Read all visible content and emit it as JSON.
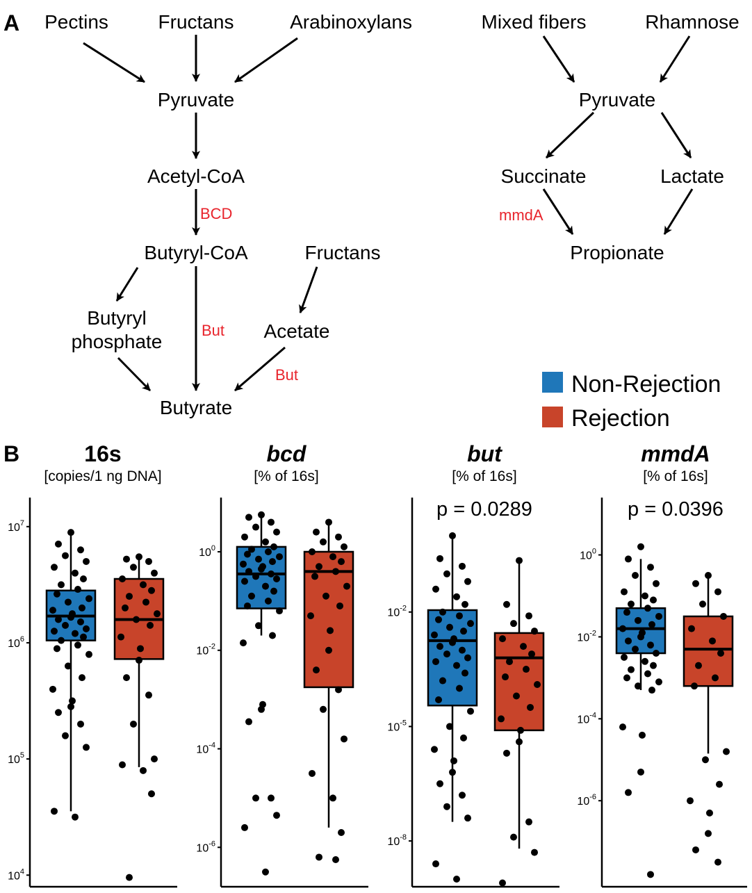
{
  "panel_a": {
    "label": "A",
    "left_pathway": {
      "pectins": "Pectins",
      "fructans_top": "Fructans",
      "arabinoxylans": "Arabinoxylans",
      "pyruvate": "Pyruvate",
      "acetyl_coa": "Acetyl-CoA",
      "bcd_enzyme": "BCD",
      "butyryl_coa": "Butyryl-CoA",
      "fructans_right": "Fructans",
      "butyryl_phosphate_1": "Butyryl",
      "butyryl_phosphate_2": "phosphate",
      "but_enzyme_1": "But",
      "acetate": "Acetate",
      "but_enzyme_2": "But",
      "butyrate": "Butyrate"
    },
    "right_pathway": {
      "mixed_fibers": "Mixed fibers",
      "rhamnose": "Rhamnose",
      "pyruvate": "Pyruvate",
      "succinate": "Succinate",
      "lactate": "Lactate",
      "mmda_enzyme": "mmdA",
      "propionate": "Propionate"
    },
    "enzyme_color": "#e8242c"
  },
  "legend": {
    "items": [
      {
        "label": "Non-Rejection",
        "color": "#1f77b9"
      },
      {
        "label": "Rejection",
        "color": "#c8442a"
      }
    ]
  },
  "panel_b": {
    "label": "B"
  },
  "chart_data": [
    {
      "type": "box",
      "title": "16s",
      "subtitle": "[copies/1 ng DNA]",
      "scale": "log10",
      "ylim_log10": [
        3.9,
        7.25
      ],
      "yticks": [
        {
          "label": "10",
          "exp": "4",
          "log": 4
        },
        {
          "label": "10",
          "exp": "5",
          "log": 5
        },
        {
          "label": "10",
          "exp": "6",
          "log": 6
        },
        {
          "label": "10",
          "exp": "7",
          "log": 7
        }
      ],
      "pvalue": "",
      "groups": [
        {
          "name": "Non-Rejection",
          "q1_log": 6.02,
          "median_log": 6.23,
          "q3_log": 6.45,
          "lower_log": 4.55,
          "upper_log": 6.95,
          "points_log": [
            6.95,
            6.85,
            6.8,
            6.75,
            6.7,
            6.65,
            6.6,
            6.55,
            6.5,
            6.46,
            6.42,
            6.38,
            6.35,
            6.3,
            6.28,
            6.25,
            6.22,
            6.2,
            6.18,
            6.15,
            6.12,
            6.1,
            6.08,
            6.05,
            6.02,
            5.98,
            5.95,
            5.9,
            5.8,
            5.7,
            5.6,
            5.5,
            5.45,
            5.4,
            5.3,
            5.2,
            5.1,
            4.55,
            4.5
          ]
        },
        {
          "name": "Rejection",
          "q1_log": 5.86,
          "median_log": 6.2,
          "q3_log": 6.55,
          "lower_log": 4.93,
          "upper_log": 6.74,
          "points_log": [
            6.74,
            6.72,
            6.7,
            6.65,
            6.6,
            6.55,
            6.5,
            6.45,
            6.4,
            6.35,
            6.3,
            6.25,
            6.2,
            6.15,
            6.05,
            5.95,
            5.85,
            5.7,
            5.55,
            5.3,
            5.0,
            4.95,
            4.9,
            4.7,
            3.98
          ]
        }
      ]
    },
    {
      "type": "box",
      "title": "bcd",
      "subtitle": "[% of 16s]",
      "scale": "log10",
      "ylim_log10": [
        -6.8,
        1.1
      ],
      "yticks": [
        {
          "label": "10",
          "exp": "-6",
          "log": -6
        },
        {
          "label": "10",
          "exp": "-4",
          "log": -4
        },
        {
          "label": "10",
          "exp": "-2",
          "log": -2
        },
        {
          "label": "10",
          "exp": "0",
          "log": 0
        }
      ],
      "pvalue": "",
      "groups": [
        {
          "name": "Non-Rejection",
          "q1_log": -1.15,
          "median_log": -0.45,
          "q3_log": 0.1,
          "lower_log": -1.7,
          "upper_log": 0.75,
          "points_log": [
            0.75,
            0.7,
            0.6,
            0.5,
            0.4,
            0.3,
            0.2,
            0.1,
            0.05,
            0,
            -0.05,
            -0.1,
            -0.15,
            -0.2,
            -0.25,
            -0.3,
            -0.35,
            -0.4,
            -0.45,
            -0.5,
            -0.55,
            -0.6,
            -0.7,
            -0.8,
            -0.9,
            -1.0,
            -1.1,
            -1.2,
            -1.5,
            -1.7,
            -1.85,
            -3.1,
            -3.2,
            -3.45,
            -5.0,
            -5.0,
            -5.35,
            -5.6,
            -6.5
          ]
        },
        {
          "name": "Rejection",
          "q1_log": -2.75,
          "median_log": -0.4,
          "q3_log": 0.0,
          "lower_log": -5.6,
          "upper_log": 0.6,
          "points_log": [
            0.6,
            0.4,
            0.3,
            0.2,
            0.1,
            0.0,
            -0.1,
            -0.2,
            -0.3,
            -0.4,
            -0.5,
            -0.7,
            -0.9,
            -1.1,
            -1.3,
            -1.6,
            -2.0,
            -2.4,
            -2.8,
            -3.2,
            -3.8,
            -4.5,
            -5.0,
            -5.7,
            -6.2,
            -6.25
          ]
        }
      ]
    },
    {
      "type": "box",
      "title": "but",
      "subtitle": "[% of 16s]",
      "scale": "log10",
      "ylim_log10": [
        -9.2,
        1.0
      ],
      "yticks": [
        {
          "label": "10",
          "exp": "-8",
          "log": -8
        },
        {
          "label": "10",
          "exp": "-5",
          "log": -5
        },
        {
          "label": "10",
          "exp": "-2",
          "log": -2
        }
      ],
      "pvalue": "p = 0.0289",
      "groups": [
        {
          "name": "Non-Rejection",
          "q1_log": -4.45,
          "median_log": -2.75,
          "q3_log": -1.95,
          "lower_log": -7.5,
          "upper_log": 0.0,
          "points_log": [
            0.0,
            -0.6,
            -0.8,
            -1.0,
            -1.2,
            -1.4,
            -1.6,
            -1.8,
            -2.0,
            -2.1,
            -2.2,
            -2.3,
            -2.4,
            -2.5,
            -2.6,
            -2.7,
            -2.8,
            -2.9,
            -3.0,
            -3.1,
            -3.2,
            -3.3,
            -3.4,
            -3.6,
            -3.8,
            -4.0,
            -4.3,
            -4.6,
            -5.0,
            -5.3,
            -5.6,
            -5.9,
            -6.2,
            -6.5,
            -6.8,
            -7.1,
            -7.4,
            -8.6,
            -9.0
          ]
        },
        {
          "name": "Rejection",
          "q1_log": -5.1,
          "median_log": -3.2,
          "q3_log": -2.55,
          "lower_log": -8.2,
          "upper_log": -0.65,
          "points_log": [
            -0.65,
            -1.8,
            -2.1,
            -2.3,
            -2.5,
            -2.7,
            -2.9,
            -3.1,
            -3.3,
            -3.5,
            -3.7,
            -3.9,
            -4.2,
            -4.5,
            -4.8,
            -5.1,
            -5.4,
            -5.7,
            -7.5,
            -7.9,
            -8.3,
            -9.1
          ]
        }
      ]
    },
    {
      "type": "box",
      "title": "mmdA",
      "subtitle": "[% of 16s]",
      "scale": "log10",
      "ylim_log10": [
        -8.1,
        1.4
      ],
      "yticks": [
        {
          "label": "10",
          "exp": "-6",
          "log": -6
        },
        {
          "label": "10",
          "exp": "-4",
          "log": -4
        },
        {
          "label": "10",
          "exp": "-2",
          "log": -2
        },
        {
          "label": "10",
          "exp": "0",
          "log": 0
        }
      ],
      "pvalue": "p = 0.0396",
      "groups": [
        {
          "name": "Non-Rejection",
          "q1_log": -2.4,
          "median_log": -1.8,
          "q3_log": -1.3,
          "lower_log": -3.3,
          "upper_log": -0.1,
          "points_log": [
            0.2,
            -0.1,
            -0.3,
            -0.5,
            -0.7,
            -0.9,
            -1.0,
            -1.1,
            -1.2,
            -1.3,
            -1.4,
            -1.5,
            -1.6,
            -1.7,
            -1.8,
            -1.9,
            -2.0,
            -2.1,
            -2.2,
            -2.3,
            -2.4,
            -2.5,
            -2.6,
            -2.7,
            -2.8,
            -2.9,
            -3.0,
            -3.1,
            -3.2,
            -3.3,
            -4.2,
            -4.4,
            -5.3,
            -5.8,
            -7.8
          ]
        },
        {
          "name": "Rejection",
          "q1_log": -3.2,
          "median_log": -2.3,
          "q3_log": -1.5,
          "lower_log": -4.85,
          "upper_log": -0.5,
          "points_log": [
            -0.5,
            -0.7,
            -0.9,
            -1.2,
            -1.5,
            -1.8,
            -2.1,
            -2.4,
            -2.7,
            -3.0,
            -3.2,
            -4.8,
            -5.0,
            -5.6,
            -6.0,
            -6.3,
            -6.8,
            -7.2,
            -7.5
          ]
        }
      ]
    }
  ]
}
